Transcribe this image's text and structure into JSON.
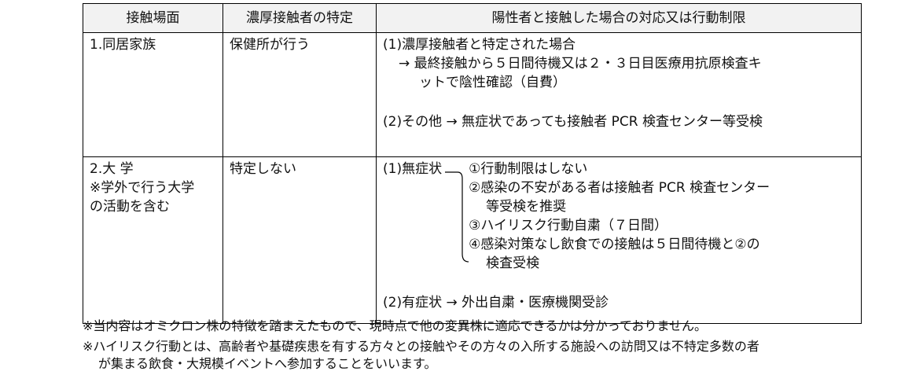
{
  "headers": [
    "接触場面",
    "濃厚接触者の特定",
    "陽性者と接触した場合の対応又は行動制限"
  ],
  "rows": [
    {
      "scene": [
        "1.同居家族"
      ],
      "identify": "保健所が行う",
      "response": {
        "p1_title": "(1)濃厚接触者と特定された場合",
        "p1_line1": "→ 最終接触から５日間待機又は２・３日目医療用抗原検査キ",
        "p1_line2": "ットで陰性確認（自費）",
        "p2": "(2)その他 → 無症状であっても接触者 PCR 検査センター等受検"
      }
    },
    {
      "scene": [
        "2.大 学",
        "※学外で行う大学",
        "の活動を含む"
      ],
      "identify": "特定しない",
      "response": {
        "p1_title": "(1)無症状",
        "items": [
          [
            "①行動制限はしない"
          ],
          [
            "②感染の不安がある者は接触者 PCR 検査センター",
            "等受検を推奨"
          ],
          [
            "③ハイリスク行動自粛（７日間）"
          ],
          [
            "④感染対策なし飲食での接触は５日間待機と②の",
            "検査受検"
          ]
        ],
        "p2": "(2)有症状 → 外出自粛・医療機関受診"
      }
    }
  ],
  "notes": [
    "※当内容はオミクロン株の特徴を踏まえたもので、現時点で他の変異株に適応できるかは分かっておりません。",
    "※ハイリスク行動とは、高齢者や基礎疾患を有する方々との接触やその方々の入所する施設への訪問又は不特定多数の者",
    "が集まる飲食・大規模イベントへ参加することをいいます。"
  ]
}
